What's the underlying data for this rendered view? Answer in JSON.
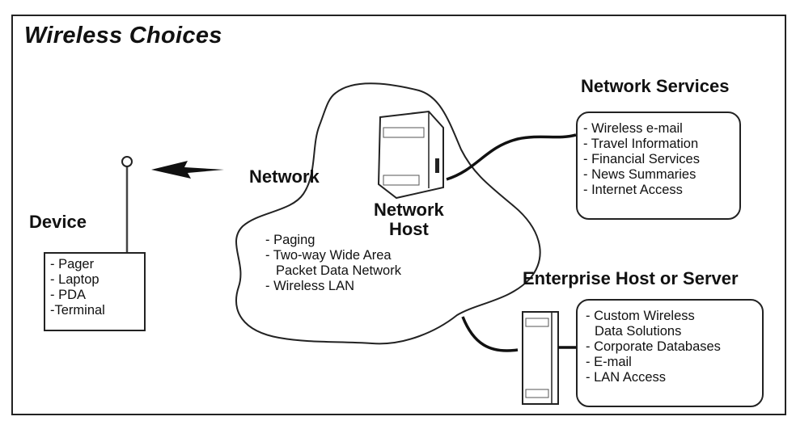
{
  "title": "Wireless Choices",
  "device": {
    "heading": "Device",
    "items": [
      "- Pager",
      "- Laptop",
      "- PDA",
      "-Terminal"
    ]
  },
  "network": {
    "heading": "Network",
    "host_label_line1": "Network",
    "host_label_line2": "Host",
    "items": [
      "- Paging",
      "- Two-way Wide Area",
      "Packet Data Network",
      "- Wireless LAN"
    ]
  },
  "network_services": {
    "heading": "Network Services",
    "items": [
      "- Wireless e-mail",
      "- Travel Information",
      "- Financial Services",
      "- News Summaries",
      "- Internet Access"
    ]
  },
  "enterprise": {
    "heading": "Enterprise Host or Server",
    "items": [
      "- Custom Wireless",
      "Data Solutions",
      "- Corporate Databases",
      "- E-mail",
      "- LAN Access"
    ]
  },
  "colors": {
    "line": "#222222",
    "background": "#ffffff"
  }
}
